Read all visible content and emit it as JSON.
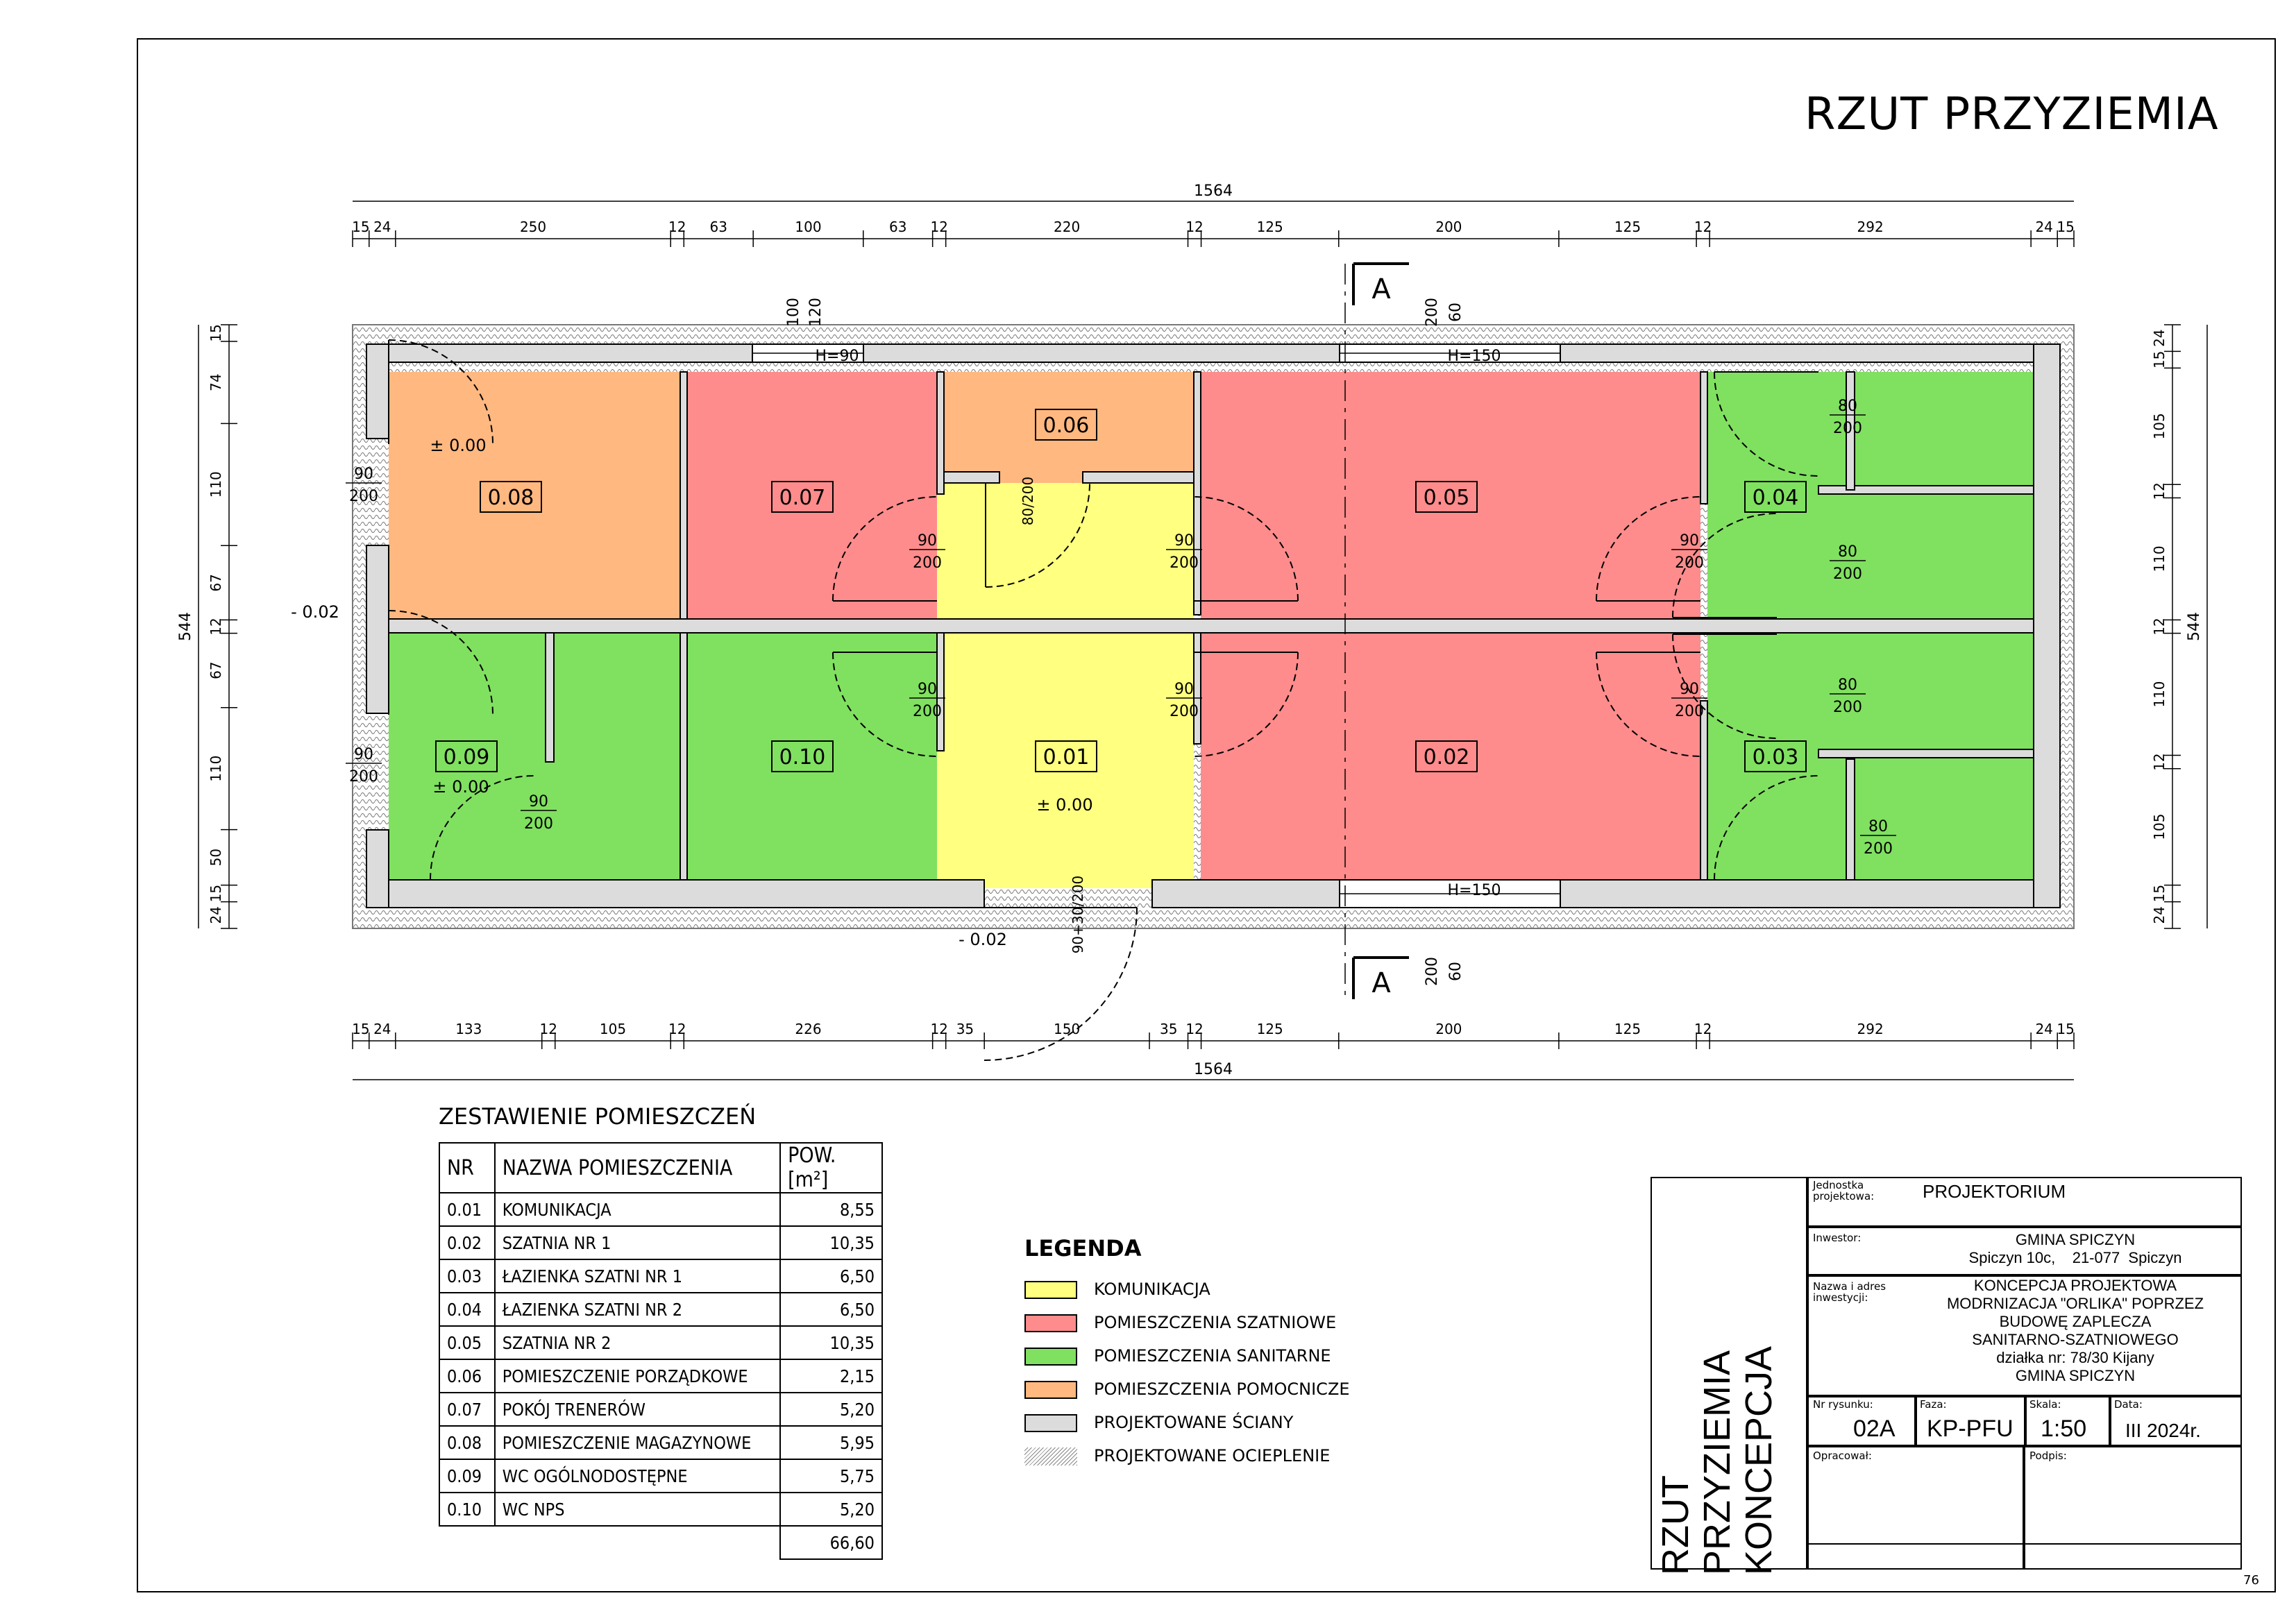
{
  "sheet_title": "RZUT PRZYZIEMIA",
  "rooms": [
    {
      "nr": "0.01",
      "name": "KOMUNIKACJA",
      "area": "8,55",
      "color": "#ffff80"
    },
    {
      "nr": "0.02",
      "name": "SZATNIA NR 1",
      "area": "10,35",
      "color": "#ff8c8c"
    },
    {
      "nr": "0.03",
      "name": "ŁAZIENKA SZATNI NR 1",
      "area": "6,50",
      "color": "#80e060"
    },
    {
      "nr": "0.04",
      "name": "ŁAZIENKA SZATNI NR 2",
      "area": "6,50",
      "color": "#80e060"
    },
    {
      "nr": "0.05",
      "name": "SZATNIA NR 2",
      "area": "10,35",
      "color": "#ff8c8c"
    },
    {
      "nr": "0.06",
      "name": "POMIESZCZENIE PORZĄDKOWE",
      "area": "2,15",
      "color": "#ffb880"
    },
    {
      "nr": "0.07",
      "name": "POKÓJ TRENERÓW",
      "area": "5,20",
      "color": "#ff8c8c"
    },
    {
      "nr": "0.08",
      "name": "POMIESZCZENIE MAGAZYNOWE",
      "area": "5,95",
      "color": "#ffb880"
    },
    {
      "nr": "0.09",
      "name": "WC OGÓLNODOSTĘPNE",
      "area": "5,75",
      "color": "#80e060"
    },
    {
      "nr": "0.10",
      "name": "WC NPS",
      "area": "5,20",
      "color": "#80e060"
    }
  ],
  "schedule": {
    "title": "ZESTAWIENIE POMIESZCZEŃ",
    "col_nr": "NR",
    "col_name": "NAZWA POMIESZCZENIA",
    "col_area": "POW.[m²]",
    "total": "66,60"
  },
  "legend": {
    "title": "LEGENDA",
    "items": [
      {
        "label": "KOMUNIKACJA",
        "color": "#ffff80"
      },
      {
        "label": "POMIESZCZENIA SZATNIOWE",
        "color": "#ff8c8c"
      },
      {
        "label": "POMIESZCZENIA SANITARNE",
        "color": "#80e060"
      },
      {
        "label": "POMIESZCZENIA POMOCNICZE",
        "color": "#ffb880"
      },
      {
        "label": "PROJEKTOWANE ŚCIANY",
        "color": "#dcdcdc"
      },
      {
        "label": "PROJEKTOWANE OCIEPLENIE",
        "color": "hatch"
      }
    ]
  },
  "dimensions": {
    "overall": "1564",
    "overall_height": "544",
    "top_row": [
      "15",
      "24",
      "250",
      "12",
      "63",
      "100",
      "63",
      "12",
      "220",
      "12",
      "125",
      "200",
      "125",
      "12",
      "292",
      "24",
      "15"
    ],
    "bottom_row": [
      "15",
      "24",
      "133",
      "12",
      "105",
      "12",
      "226",
      "12",
      "35",
      "150",
      "35",
      "12",
      "125",
      "200",
      "125",
      "12",
      "292",
      "24",
      "15"
    ],
    "left_col": [
      "15",
      "74",
      "110",
      "67",
      "12",
      "67",
      "110",
      "50",
      "15",
      "24"
    ],
    "right_col": [
      "24",
      "15",
      "105",
      "12",
      "110",
      "12",
      "110",
      "12",
      "105",
      "15",
      "24"
    ]
  },
  "plan_labels": {
    "section_mark": "A",
    "levels": [
      "± 0.00",
      "± 0.00",
      "± 0.00",
      "- 0.02",
      "- 0.02"
    ],
    "door_openings": [
      "90/200",
      "80/200",
      "90+30/200"
    ],
    "window_top_left": [
      "100",
      "120",
      "H=90"
    ],
    "window_top_right": [
      "200",
      "60",
      "H=150"
    ],
    "window_bottom": [
      "200",
      "60",
      "H=150"
    ]
  },
  "title_block": {
    "jednostka_label": "Jednostka projektowa:",
    "jednostka_value": "PROJEKTORIUM",
    "inwestor_label": "Inwestor:",
    "inwestor_line1": "GMINA SPICZYN",
    "inwestor_line2": "Spiczyn 10c,    21-077  Spiczyn",
    "nazwa_label": "Nazwa i adres inwestycji:",
    "nazwa_lines": [
      "KONCEPCJA PROJEKTOWA",
      "MODRNIZACJA \"ORLIKA\" POPRZEZ",
      "BUDOWĘ ZAPLECZA",
      "SANITARNO-SZATNIOWEGO",
      "działka nr: 78/30 Kijany",
      "GMINA SPICZYN"
    ],
    "nr_rysunku_label": "Nr rysunku:",
    "nr_rysunku_value": "02A",
    "faza_label": "Faza:",
    "faza_value": "KP-PFU",
    "skala_label": "Skala:",
    "skala_value": "1:50",
    "data_label": "Data:",
    "data_value": "III 2024r.",
    "opracowal_label": "Opracował:",
    "podpis_label": "Podpis:",
    "vertical_title": [
      "RZUT",
      "PRZYZIEMIA",
      "KONCEPCJA"
    ],
    "page_number": "76"
  }
}
